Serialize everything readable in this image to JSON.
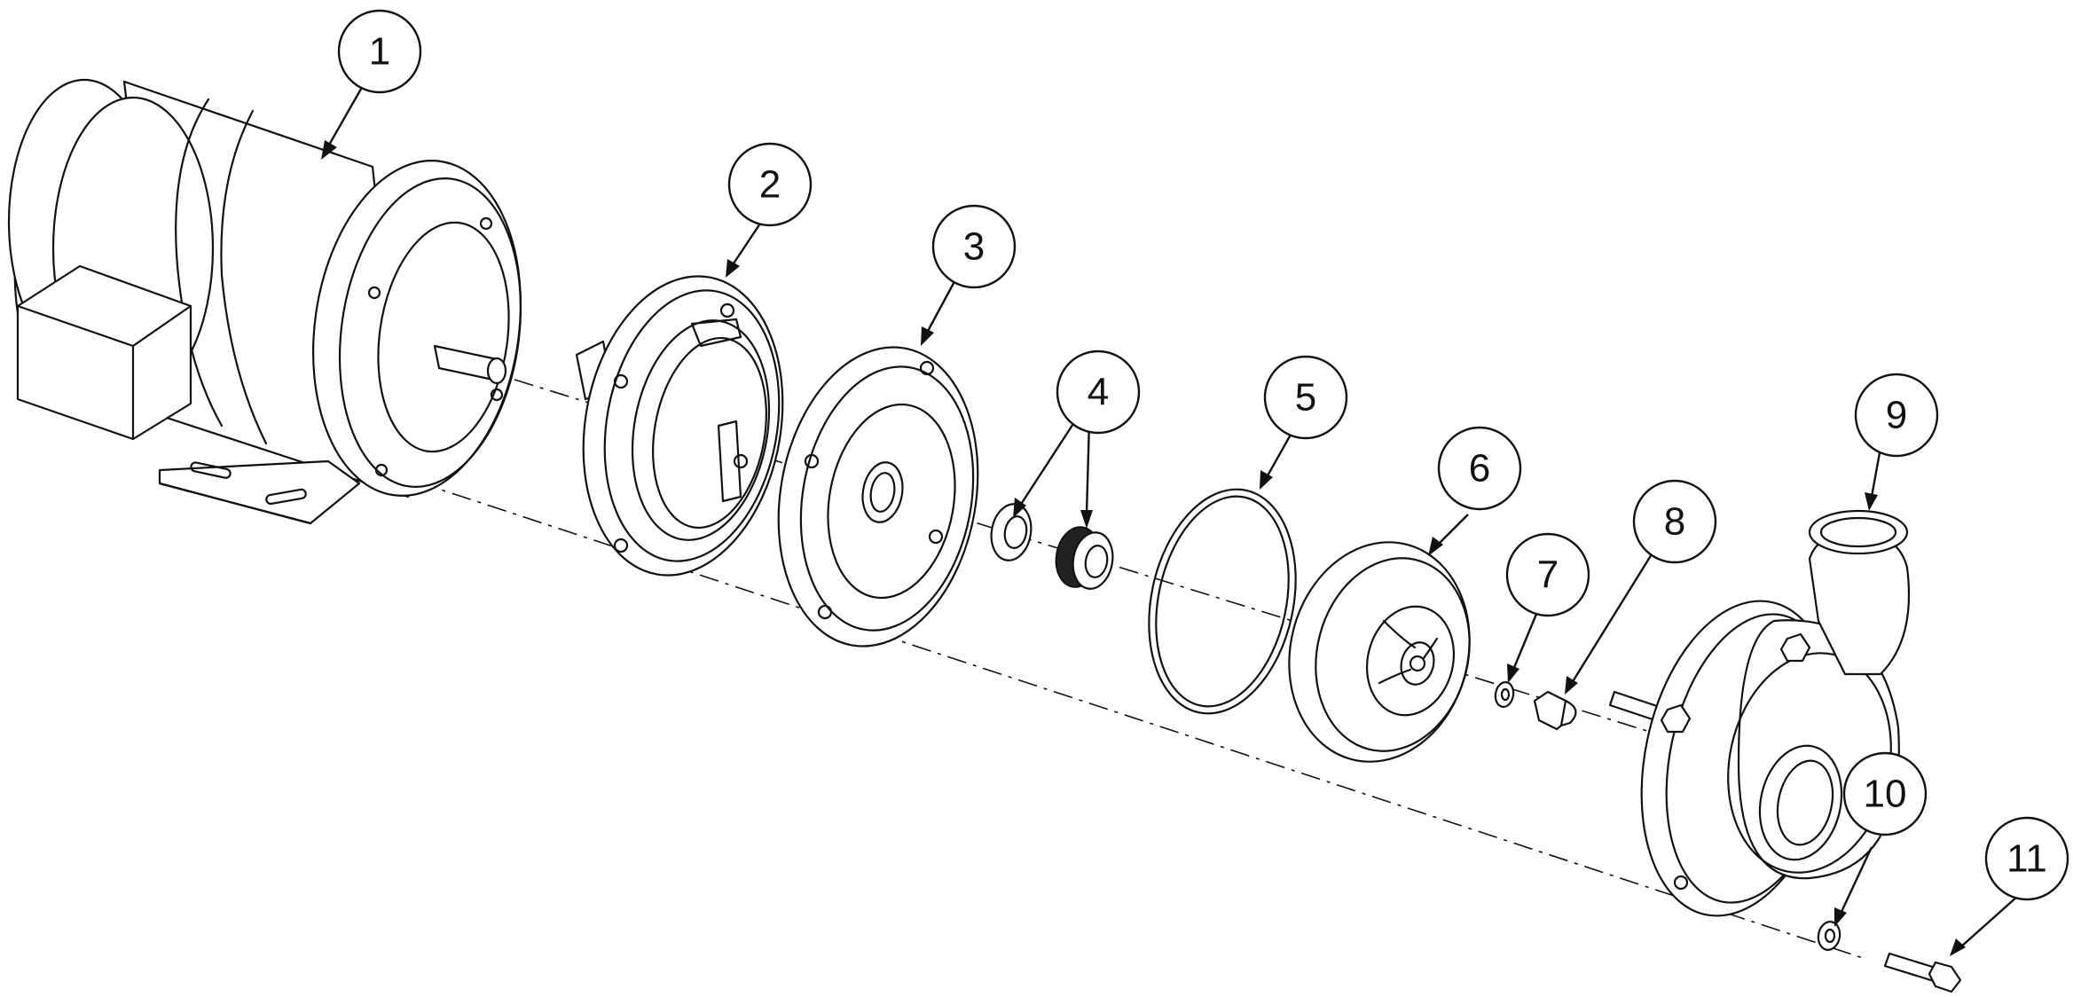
{
  "callouts": [
    {
      "number": "1"
    },
    {
      "number": "2"
    },
    {
      "number": "3"
    },
    {
      "number": "4"
    },
    {
      "number": "5"
    },
    {
      "number": "6"
    },
    {
      "number": "7"
    },
    {
      "number": "8"
    },
    {
      "number": "9"
    },
    {
      "number": "10"
    },
    {
      "number": "11"
    }
  ],
  "colors": {
    "line": "#111111",
    "background": "#ffffff"
  }
}
